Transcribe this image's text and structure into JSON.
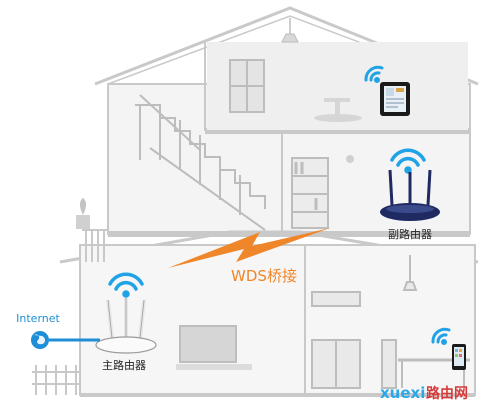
{
  "labels": {
    "internet": "Internet",
    "main_router": "主路由器",
    "sub_router": "副路由器",
    "wds_bridge": "WDS桥接",
    "watermark_prefix": "xuexi",
    "watermark_suffix": "路由网"
  },
  "colors": {
    "house_stroke": "#c9c9c9",
    "wall_fill": "#f1f1f1",
    "wifi_blue": "#1fa3e6",
    "wds_orange": "#f0862a",
    "internet_blue": "#1e8fd6",
    "router_navy": "#1f2a63",
    "watermark_blue": "#2aa7e8",
    "watermark_red": "#d63b3b"
  },
  "icons": {
    "wifi": "wifi-icon",
    "globe": "globe-icon",
    "tablet": "tablet-icon",
    "phone": "phone-icon",
    "lightning": "lightning-icon"
  }
}
